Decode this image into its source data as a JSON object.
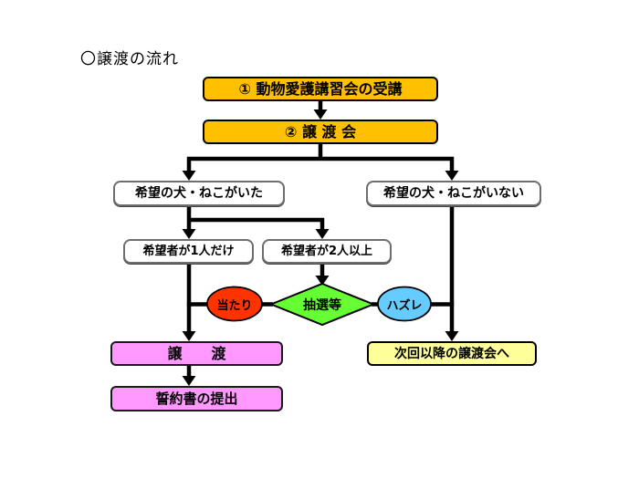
{
  "title": "〇譲渡の流れ",
  "nodes": {
    "step1": {
      "label": "① 動物愛護講習会の受講",
      "fill": "#FFC000"
    },
    "step2": {
      "label": "② 譲 渡 会",
      "fill": "#FFC000"
    },
    "found": {
      "label": "希望の犬・ねこがいた",
      "fill": "#FFFFFF"
    },
    "not_found": {
      "label": "希望の犬・ねこがいない",
      "fill": "#FFFFFF"
    },
    "single_applicant": {
      "label": "希望者が1人だけ",
      "fill": "#FFFFFF"
    },
    "multi_applicant": {
      "label": "希望者が2人以上",
      "fill": "#FFFFFF"
    },
    "win": {
      "label": "当たり",
      "fill": "#FF3300"
    },
    "lottery": {
      "label": "抽選等",
      "fill": "#66FF33"
    },
    "lose": {
      "label": "ハズレ",
      "fill": "#66CCFF"
    },
    "transfer": {
      "label": "譲　　渡",
      "fill": "#FF99FF"
    },
    "next_session": {
      "label": "次回以降の譲渡会へ",
      "fill": "#FFFF99"
    },
    "pledge": {
      "label": "誓約書の提出",
      "fill": "#FF99FF"
    }
  },
  "colors": {
    "connector": "#000000",
    "white_box_border": "#6e6e6e",
    "box_border": "#000000"
  }
}
